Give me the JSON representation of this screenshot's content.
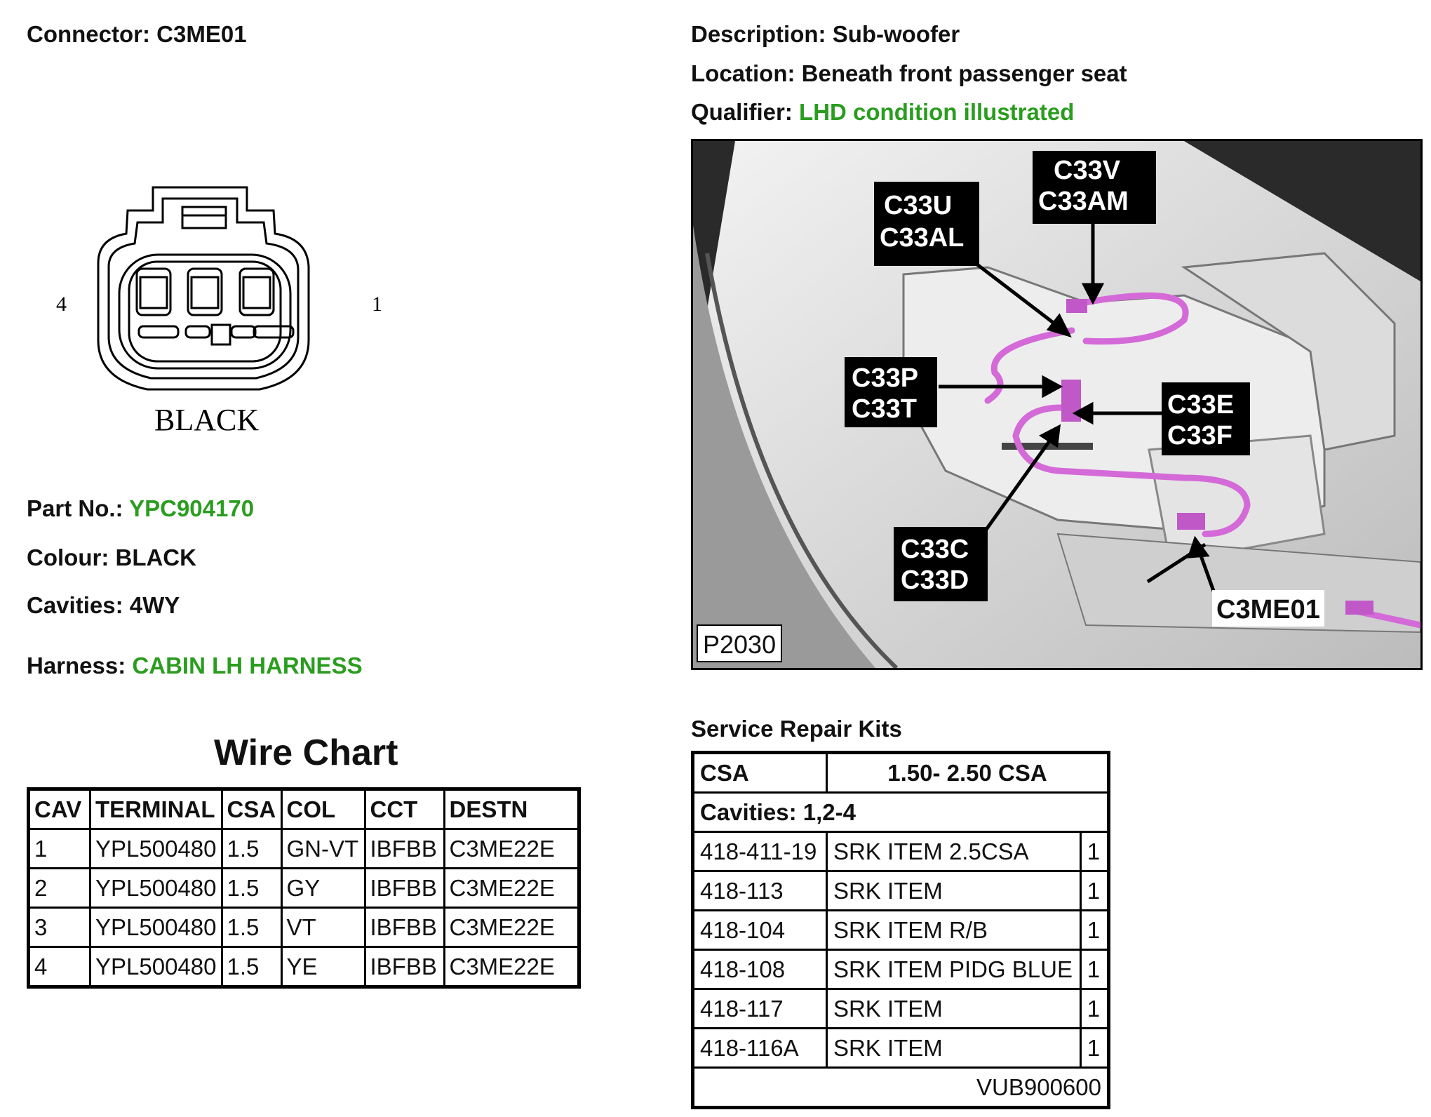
{
  "header": {
    "connector_label": "Connector:",
    "connector_value": "C3ME01",
    "description_label": "Description:",
    "description_value": "Sub-woofer",
    "location_label": "Location:",
    "location_value": "Beneath front passenger seat",
    "qualifier_label": "Qualifier:",
    "qualifier_value": "LHD condition illustrated"
  },
  "face": {
    "colour_text": "BLACK",
    "pin_left": "4",
    "pin_right": "1"
  },
  "details": {
    "part_label": "Part No.:",
    "part_value": "YPC904170",
    "colour_label": "Colour:",
    "colour_value": "BLACK",
    "cavities_label": "Cavities:",
    "cavities_value": "4WY",
    "harness_label": "Harness:",
    "harness_value": "CABIN LH HARNESS"
  },
  "wire_chart": {
    "title": "Wire Chart",
    "headers": [
      "CAV",
      "TERMINAL",
      "CSA",
      "COL",
      "CCT",
      "DESTN"
    ],
    "rows": [
      [
        "1",
        "YPL500480",
        "1.5",
        "GN-VT",
        "IBFBB",
        "C3ME22E"
      ],
      [
        "2",
        "YPL500480",
        "1.5",
        "GY",
        "IBFBB",
        "C3ME22E"
      ],
      [
        "3",
        "YPL500480",
        "1.5",
        "VT",
        "IBFBB",
        "C3ME22E"
      ],
      [
        "4",
        "YPL500480",
        "1.5",
        "YE",
        "IBFBB",
        "C3ME22E"
      ]
    ]
  },
  "photo": {
    "ref": "P2030",
    "callouts": {
      "c1": "C33U",
      "c2": "C33AL",
      "c3": "C33V",
      "c4": "C33AM",
      "c5": "C33P",
      "c6": "C33T",
      "c7": "C33E",
      "c8": "C33F",
      "c9": "C33C",
      "c10": "C33D",
      "c11": "C3ME01"
    }
  },
  "repair_kits": {
    "title": "Service Repair Kits",
    "csa_label": "CSA",
    "csa_value": "1.50- 2.50 CSA",
    "cavities": "Cavities: 1,2-4",
    "rows": [
      [
        "418-411-19",
        "SRK ITEM 2.5CSA",
        "1"
      ],
      [
        "418-113",
        "SRK ITEM",
        "1"
      ],
      [
        "418-104",
        "SRK ITEM R/B",
        "1"
      ],
      [
        "418-108",
        "SRK ITEM PIDG BLUE",
        "1"
      ],
      [
        "418-117",
        "SRK ITEM",
        "1"
      ],
      [
        "418-116A",
        "SRK ITEM",
        "1"
      ]
    ],
    "footer_ref": "VUB900600"
  },
  "colors": {
    "accent_green": "#2a9d1f",
    "wire_magenta": "#d46ad8"
  }
}
